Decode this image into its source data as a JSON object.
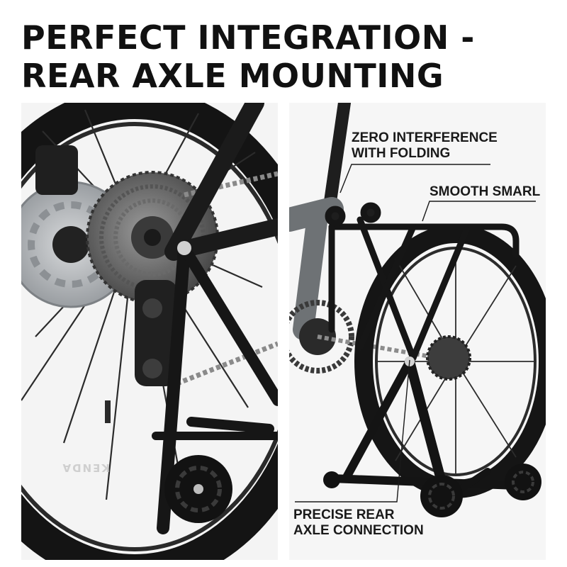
{
  "headline": {
    "line1": "PERFECT INTEGRATION -",
    "line2": "REAR AXLE MOUNTING"
  },
  "left_photo": {
    "tire_brand": "KENDA"
  },
  "right_photo": {
    "callouts": {
      "folding": {
        "line1": "ZERO INTERFERENCE",
        "line2": "WITH FOLDING"
      },
      "smarl": {
        "line1": "SMOOTH SMARL"
      },
      "axle": {
        "line1": "PRECISE REAR",
        "line2": "AXLE CONNECTION"
      }
    }
  },
  "colors": {
    "headline": "#111111",
    "frame_black": "#1b1b1b",
    "frame_grey": "#6e7275",
    "disc_silver": "#b9bcbf"
  }
}
